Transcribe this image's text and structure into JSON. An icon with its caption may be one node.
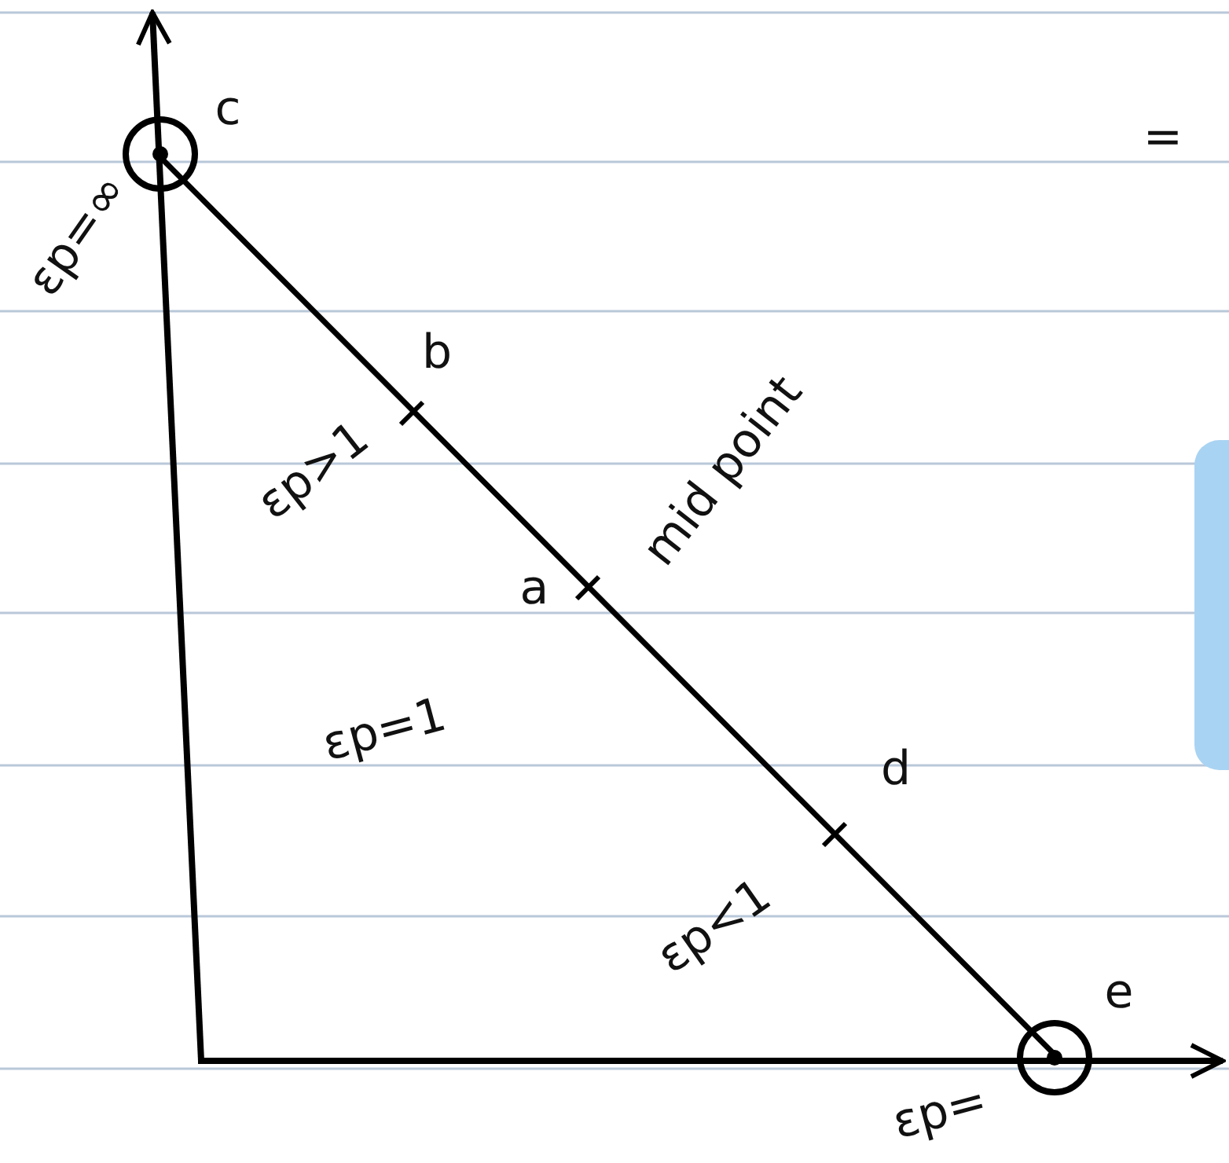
{
  "diagram": {
    "labels": [
      "=",
      "εp=∞",
      "c",
      "b",
      "εp>1",
      "mid point",
      "a",
      "εp=1",
      "d",
      "εp<1",
      "e",
      "εp="
    ]
  }
}
